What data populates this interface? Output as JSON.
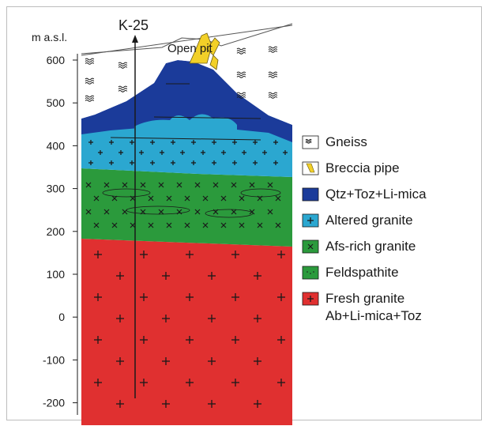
{
  "section": {
    "axis_label": "m a.s.l.",
    "borehole_label": "K-25",
    "open_pit_label": "Open pit",
    "elevation_ticks": [
      "600",
      "500",
      "400",
      "300",
      "200",
      "100",
      "0",
      "-100",
      "-200"
    ]
  },
  "legend": [
    {
      "key": "gneiss",
      "label": "Gneiss",
      "color": "#ffffff",
      "symbol": "gneiss"
    },
    {
      "key": "breccia",
      "label": "Breccia pipe",
      "color": "#ffffff",
      "symbol": "breccia"
    },
    {
      "key": "qtz",
      "label": "Qtz+Toz+Li-mica",
      "color": "#1b3b9a",
      "symbol": "none"
    },
    {
      "key": "altered",
      "label": "Altered granite",
      "color": "#2ba7d0",
      "symbol": "plus"
    },
    {
      "key": "afs",
      "label": "Afs-rich granite",
      "color": "#2b9a3c",
      "symbol": "x"
    },
    {
      "key": "feld",
      "label": "Feldspathite",
      "color": "#2b9a3c",
      "symbol": "dots"
    },
    {
      "key": "fresh",
      "label": "Fresh granite",
      "label2": "Ab+Li-mica+Toz",
      "color": "#e03030",
      "symbol": "plus"
    }
  ]
}
